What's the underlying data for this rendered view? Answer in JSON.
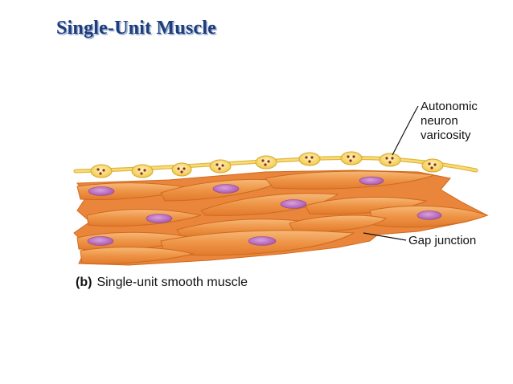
{
  "title": "Single-Unit Muscle",
  "labels": {
    "varicosity_line1": "Autonomic",
    "varicosity_line2": "neuron",
    "varicosity_line3": "varicosity",
    "gap_junction": "Gap junction"
  },
  "caption": {
    "panel": "(b)",
    "text": "Single-unit smooth muscle"
  },
  "colors": {
    "title": "#1f3d7a",
    "muscle_fill": "#ef9a4e",
    "muscle_edge": "#d8701f",
    "nucleus": "#b468b8",
    "axon": "#f3d56a",
    "vesicle": "#8a2a3a"
  }
}
